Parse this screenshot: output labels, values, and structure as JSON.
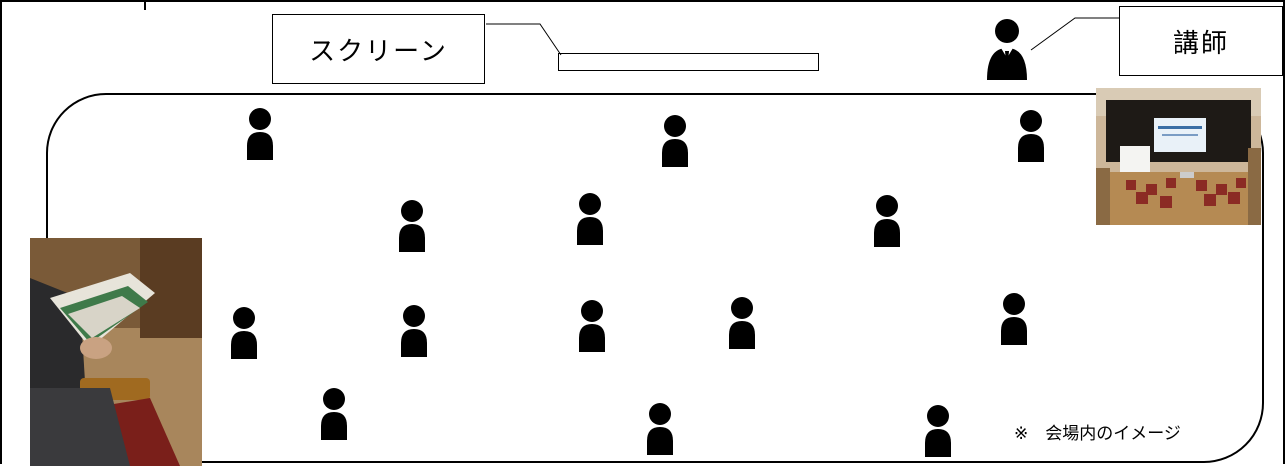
{
  "screen_label": "スクリーン",
  "teacher_label": "講師",
  "note": "※　会場内のイメージ",
  "icons": {
    "person": "person-icon",
    "teacher": "teacher-icon"
  },
  "colors": {
    "ink": "#000000",
    "background": "#ffffff"
  }
}
